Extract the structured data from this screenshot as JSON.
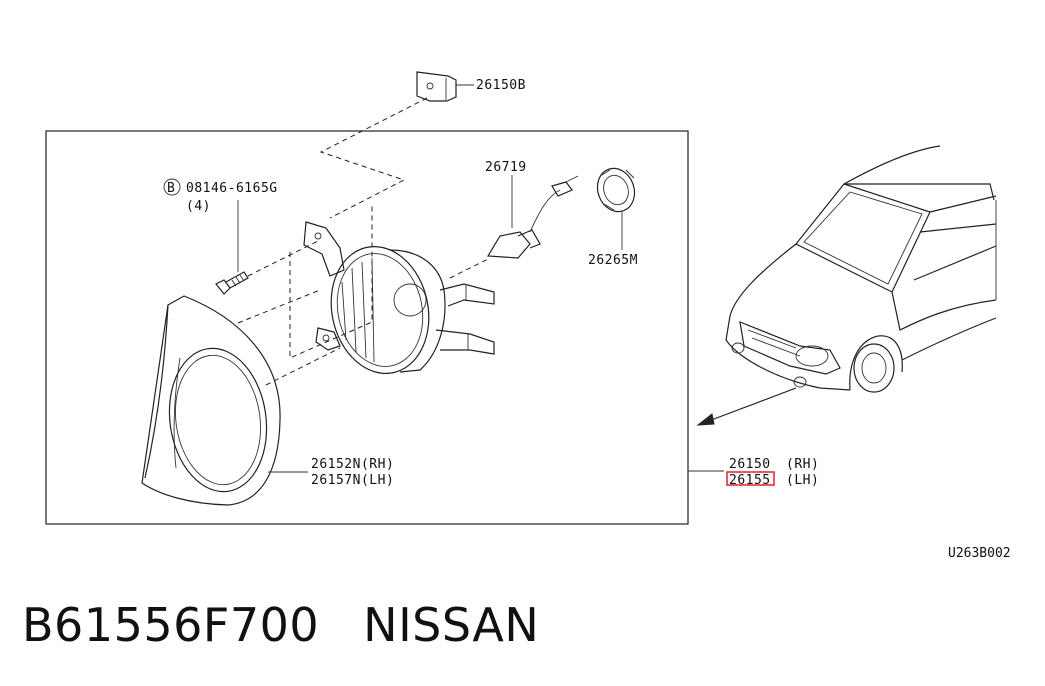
{
  "diagram": {
    "labels": {
      "clip_part": "26150B",
      "bolt_part": "08146-6165G",
      "bolt_prefix": "B",
      "bolt_qty": "(4)",
      "bulb_part": "26719",
      "socket_part": "26265M",
      "finisher_rh": "26152N(RH)",
      "finisher_lh": "26157N(LH)",
      "lamp_rh_num": "26150",
      "lamp_rh_side": "(RH)",
      "lamp_lh_num": "26155",
      "lamp_lh_side": "(LH)"
    },
    "reference_code": "U263B002",
    "highlight_color": "#e0202a"
  },
  "footer": {
    "part_number": "B61556F700",
    "brand": "NISSAN"
  }
}
